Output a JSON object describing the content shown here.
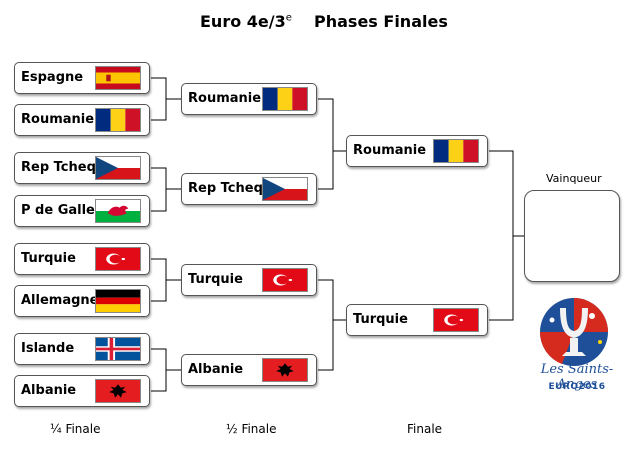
{
  "title": {
    "competition": "Euro 4e/3",
    "competition_sup": "e",
    "stage": "Phases Finales"
  },
  "quarter_finals": [
    {
      "name": "Espagne",
      "flag": "spain-flag-icon"
    },
    {
      "name": "Roumanie",
      "flag": "romania-flag-icon"
    },
    {
      "name": "Rep Tcheq",
      "flag": "czech-flag-icon"
    },
    {
      "name": "P de Galle",
      "flag": "wales-flag-icon"
    },
    {
      "name": "Turquie",
      "flag": "turkey-flag-icon"
    },
    {
      "name": "Allemagne",
      "flag": "germany-flag-icon"
    },
    {
      "name": "Islande",
      "flag": "iceland-flag-icon"
    },
    {
      "name": "Albanie",
      "flag": "albania-flag-icon"
    }
  ],
  "semi_finals": [
    {
      "name": "Roumanie",
      "flag": "romania-flag-icon"
    },
    {
      "name": "Rep Tcheq",
      "flag": "czech-flag-icon"
    },
    {
      "name": "Turquie",
      "flag": "turkey-flag-icon"
    },
    {
      "name": "Albanie",
      "flag": "albania-flag-icon"
    }
  ],
  "final": [
    {
      "name": "Roumanie",
      "flag": "romania-flag-icon"
    },
    {
      "name": "Turquie",
      "flag": "turkey-flag-icon"
    }
  ],
  "winner_label": "Vainqueur",
  "round_labels": {
    "quarter": "¼ Finale",
    "semi": "½  Finale",
    "final": "Finale"
  },
  "logo": {
    "line1": "Les Saints-Anges",
    "line2": "EURO2016"
  },
  "colors": {
    "line": "#000000",
    "box_border": "#555555",
    "logo_blue": "#1e4f98",
    "logo_red": "#d52b1e"
  }
}
